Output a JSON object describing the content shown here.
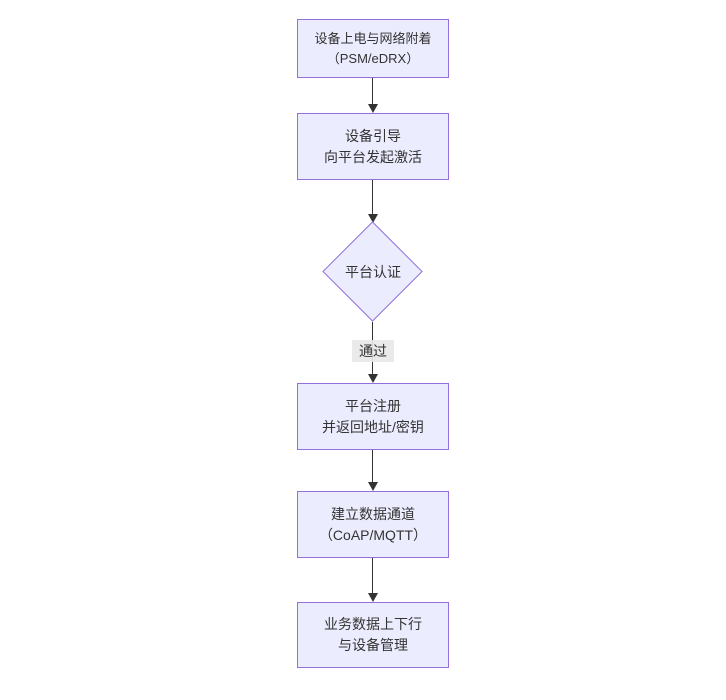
{
  "diagram": {
    "type": "flowchart",
    "direction": "top-down",
    "nodes": [
      {
        "id": "power-attach",
        "shape": "rect",
        "lines": [
          "设备上电与网络附着",
          "（PSM/eDRX）"
        ]
      },
      {
        "id": "bootstrap",
        "shape": "rect",
        "lines": [
          "设备引导",
          "向平台发起激活"
        ]
      },
      {
        "id": "platform-auth",
        "shape": "diamond",
        "lines": [
          "平台认证"
        ]
      },
      {
        "id": "register",
        "shape": "rect",
        "lines": [
          "平台注册",
          "并返回地址/密钥"
        ]
      },
      {
        "id": "data-channel",
        "shape": "rect",
        "lines": [
          "建立数据通道",
          "（CoAP/MQTT）"
        ]
      },
      {
        "id": "business-data",
        "shape": "rect",
        "lines": [
          "业务数据上下行",
          "与设备管理"
        ]
      }
    ],
    "edges": [
      {
        "from": "power-attach",
        "to": "bootstrap",
        "label": ""
      },
      {
        "from": "bootstrap",
        "to": "platform-auth",
        "label": ""
      },
      {
        "from": "platform-auth",
        "to": "register",
        "label": "通过"
      },
      {
        "from": "register",
        "to": "data-channel",
        "label": ""
      },
      {
        "from": "data-channel",
        "to": "business-data",
        "label": ""
      }
    ],
    "colors": {
      "node_fill": "#ECECFF",
      "node_border": "#9370DB",
      "text": "#333333",
      "edge": "#333333",
      "edge_label_bg": "#e8e8e8",
      "background": "#ffffff"
    }
  }
}
